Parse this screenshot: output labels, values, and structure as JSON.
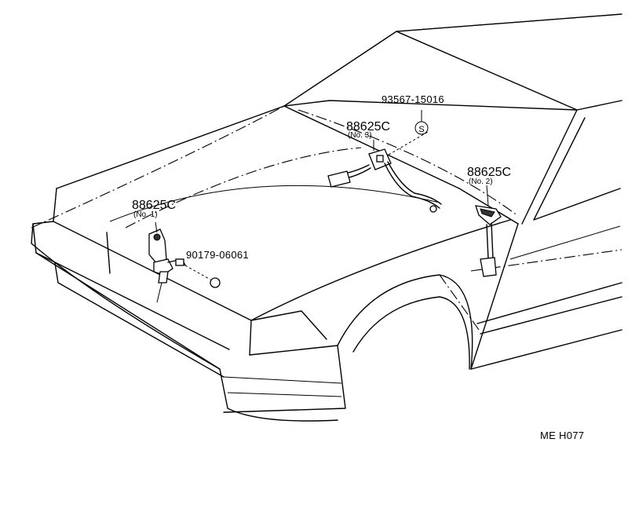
{
  "callouts": {
    "sensor_no1": {
      "part": "88625C",
      "sub": "(No. 1)"
    },
    "sensor_no2": {
      "part": "88625C",
      "sub": "(No. 2)"
    },
    "sensor_no3": {
      "part": "88625C",
      "sub": "(No. 3)"
    },
    "screw": {
      "part": "93567-15016",
      "symbol": "S"
    },
    "nut": {
      "part": "90179-06061"
    }
  },
  "figure_code": "ME H077"
}
